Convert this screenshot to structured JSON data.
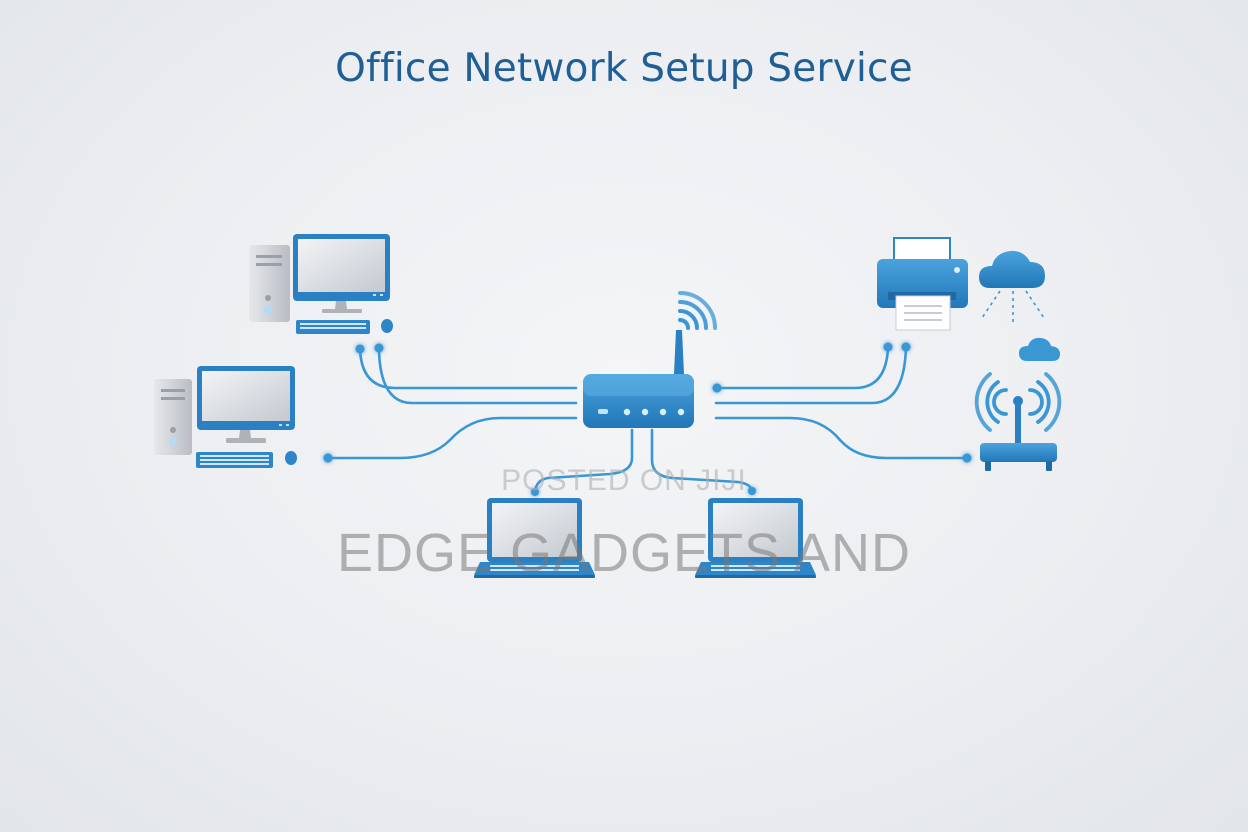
{
  "title": "Office Network Setup Service",
  "watermark": {
    "line1": "POSTED ON JIJI",
    "line2": "EDGE GADGETS AND"
  },
  "colors": {
    "title": "#1f5f96",
    "accent": "#2f8fcf",
    "device_blue": "#2e86c8",
    "device_gray": "#c9ccd1",
    "background": "#eceef1"
  },
  "nodes": [
    {
      "id": "router",
      "icon": "router-icon"
    },
    {
      "id": "desktop-1",
      "icon": "desktop-computer-icon"
    },
    {
      "id": "desktop-2",
      "icon": "desktop-computer-icon"
    },
    {
      "id": "laptop-1",
      "icon": "laptop-icon"
    },
    {
      "id": "laptop-2",
      "icon": "laptop-icon"
    },
    {
      "id": "printer",
      "icon": "printer-icon"
    },
    {
      "id": "cloud-large",
      "icon": "cloud-icon"
    },
    {
      "id": "cloud-small",
      "icon": "cloud-icon"
    },
    {
      "id": "access-point",
      "icon": "wireless-access-point-icon"
    }
  ],
  "edges": [
    {
      "from": "router",
      "to": "desktop-1"
    },
    {
      "from": "router",
      "to": "desktop-2"
    },
    {
      "from": "router",
      "to": "laptop-1"
    },
    {
      "from": "router",
      "to": "laptop-2"
    },
    {
      "from": "router",
      "to": "printer"
    },
    {
      "from": "router",
      "to": "access-point"
    }
  ]
}
